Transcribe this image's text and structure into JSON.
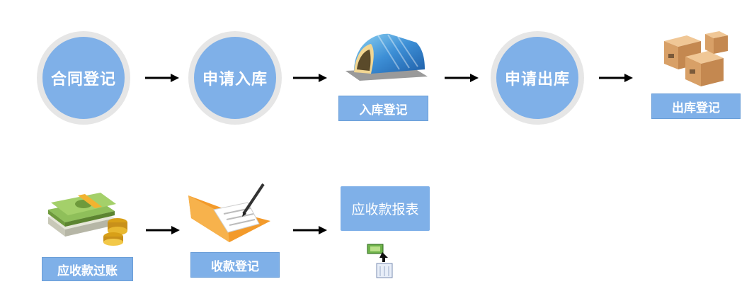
{
  "flow_row1": {
    "contract_register": "合同登记",
    "apply_inbound": "申请入库",
    "inbound_register": "入库登记",
    "apply_outbound": "申请出库",
    "outbound_register": "出库登记"
  },
  "flow_row2": {
    "receivable_posting": "应收款过账",
    "payment_register": "收款登记",
    "receivable_report": "应收款报表"
  },
  "icons": {
    "warehouse": "warehouse-icon",
    "boxes": "boxes-icon",
    "money": "money-stack-icon",
    "folder": "folder-pen-icon",
    "report": "report-icon"
  },
  "colors": {
    "node_blue": "#7fb0e8",
    "ring_grey": "#e6e6e6",
    "arrow": "#000000"
  }
}
